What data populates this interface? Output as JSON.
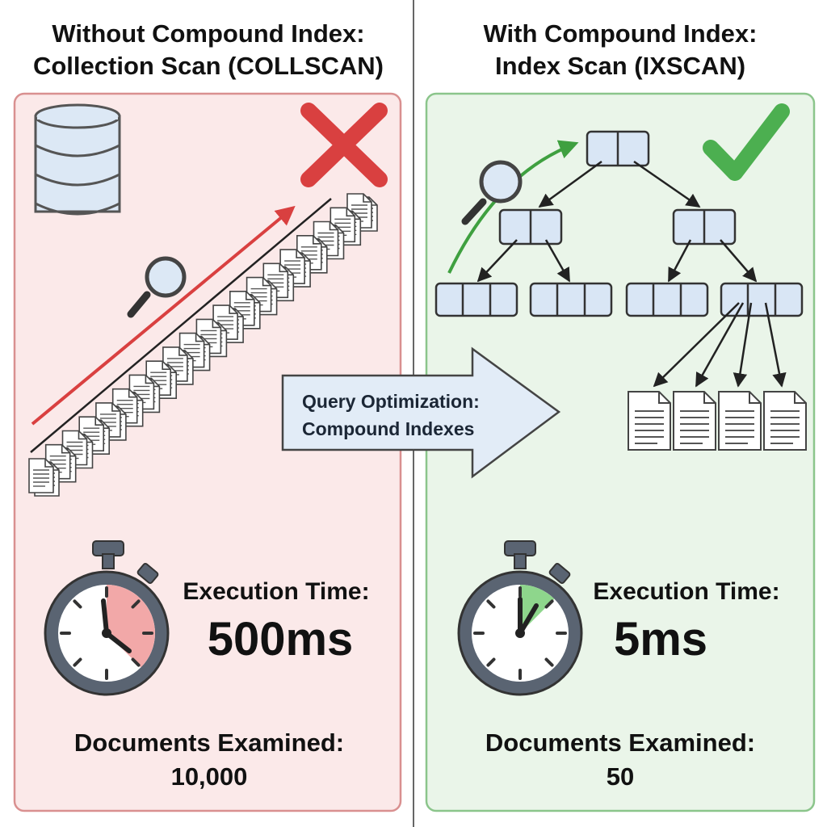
{
  "left": {
    "title_line1": "Without Compound Index:",
    "title_line2": "Collection Scan (COLLSCAN)",
    "exec_label": "Execution Time:",
    "exec_value": "500ms",
    "docs_label": "Documents Examined:",
    "docs_value": "10,000",
    "status_icon": "cross-icon",
    "accent": "#d94040",
    "panel_bg": "#fbe9e9"
  },
  "right": {
    "title_line1": "With Compound Index:",
    "title_line2": "Index Scan (IXSCAN)",
    "exec_label": "Execution Time:",
    "exec_value": "5ms",
    "docs_label": "Documents Examined:",
    "docs_value": "50",
    "status_icon": "checkmark-icon",
    "accent": "#4caf50",
    "panel_bg": "#eaf5e9"
  },
  "center": {
    "line1": "Query Optimization:",
    "line2": "Compound Indexes"
  }
}
